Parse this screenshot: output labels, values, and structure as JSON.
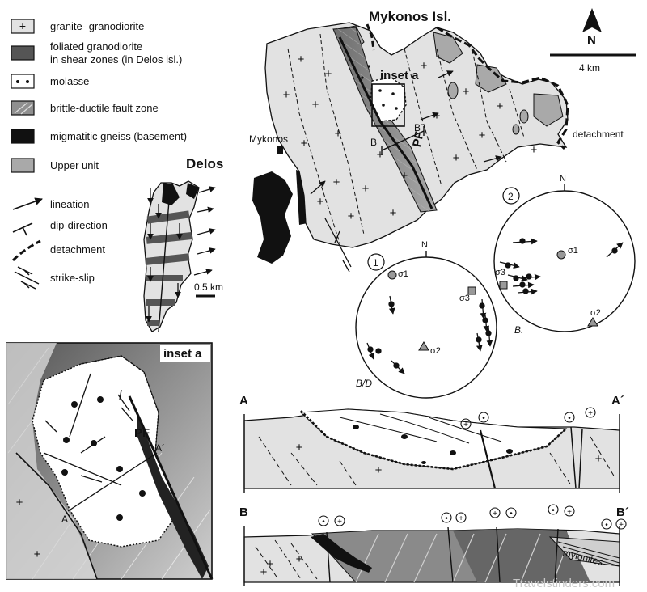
{
  "legend": [
    {
      "id": "granite",
      "label": "granite- granodiorite"
    },
    {
      "id": "foliated",
      "label_line1": "foliated granodiorite",
      "label_line2": "in shear zones (in Delos isl.)"
    },
    {
      "id": "molasse",
      "label": "molasse"
    },
    {
      "id": "fault_zone",
      "label": "brittle-ductile fault zone"
    },
    {
      "id": "gneiss",
      "label": "migmatitic gneiss (basement)"
    },
    {
      "id": "upper",
      "label": "Upper unit"
    },
    {
      "id": "lineation",
      "label": "lineation"
    },
    {
      "id": "dip",
      "label": "dip-direction"
    },
    {
      "id": "detachment",
      "label": "detachment"
    },
    {
      "id": "strikeslip",
      "label": "strike-slip"
    }
  ],
  "map": {
    "title": "Mykonos Isl.",
    "inset_label": "inset a",
    "town": "Mykonos",
    "fault": "PF",
    "section_b": "B",
    "section_b_prime": "B´",
    "detachment_label": "detachment",
    "north": "N",
    "scale": "4 km"
  },
  "delos": {
    "title": "Delos",
    "scale": "0.5 km"
  },
  "stereonets": [
    {
      "number": "1",
      "north": "N",
      "label": "B/D",
      "sigma1": "σ1",
      "sigma2": "σ2",
      "sigma3": "σ3"
    },
    {
      "number": "2",
      "north": "N",
      "label": "B.",
      "sigma1": "σ1",
      "sigma2": "σ2",
      "sigma3": "σ3"
    }
  ],
  "inset": {
    "title": "inset a",
    "fault": "PF",
    "a": "A",
    "a_prime": "A´"
  },
  "sections": {
    "a": "A",
    "a_prime": "A´",
    "b": "B",
    "b_prime": "B´",
    "mylonites": "mylonites"
  },
  "watermark": "Travelstinders.com",
  "colors": {
    "granite": "#e2e2e2",
    "upper": "#a9a9a9",
    "fault_zone": "#8a8a8a",
    "foliated": "#555555",
    "gneiss": "#111111",
    "molasse": "#ffffff"
  }
}
